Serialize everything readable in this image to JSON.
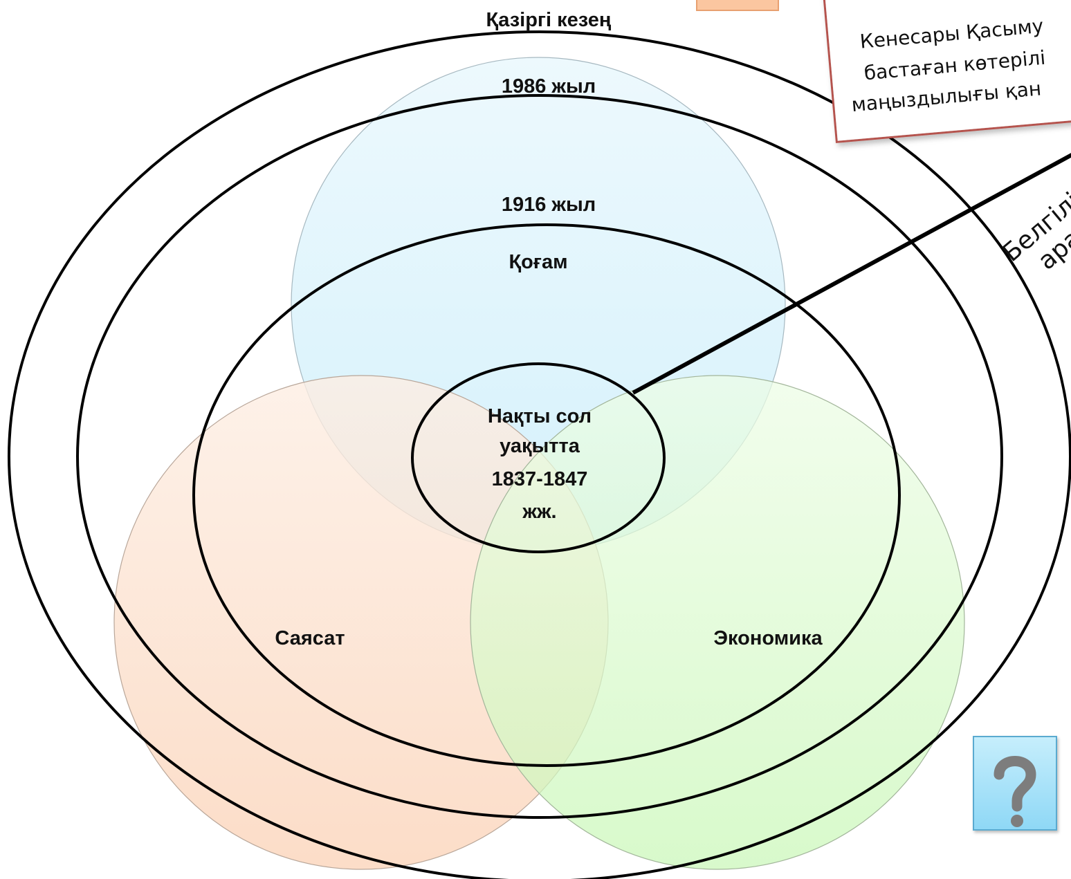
{
  "diagram": {
    "outer_label": "Қазіргі кезең",
    "second_label": "1986 жыл",
    "third_label": "1916 жыл",
    "society_label": "Қоғам",
    "politics_label": "Саясат",
    "economy_label": "Экономика",
    "center_label_lines": [
      "Нақты сол",
      "уақытта",
      "1837-1847",
      "жж."
    ],
    "side_text_lines": [
      "Белгілі",
      "арал"
    ]
  },
  "note": {
    "lines": [
      "Кенесары Қасыму",
      "бастаған көтерілі",
      "маңыздылығы қан"
    ]
  },
  "help_button": {
    "icon": "question-mark-icon",
    "glyph": "?"
  },
  "colors": {
    "society_fill": "#cdeefb",
    "politics_fill": "#fbd3b8",
    "economy_fill": "#c9f7b7",
    "note_border": "#b5524e",
    "help_fill": "#a8e2f8"
  }
}
